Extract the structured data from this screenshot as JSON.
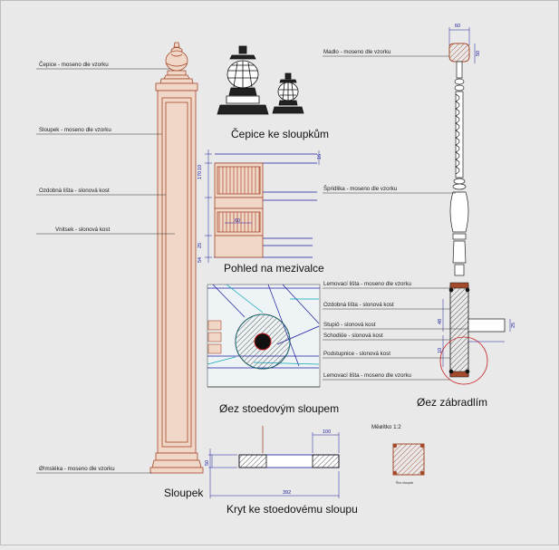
{
  "labels": {
    "cap_finial": "Čepice - moseno dle vzorku",
    "post_body": "Sloupek - moseno dle vzorku",
    "decor_strip": "Ozdobná lišta - slonová kost",
    "inlay": "Vnitsek - slonová kost",
    "base_plinth": "Ø!msléka - moseno dle vzorku",
    "handrail": "Madlo - moseno dle vzorku",
    "spindle": "Špridlika - moseno dle vzorku",
    "bead_top": "Lemovací lišta - moseno dle vzorku",
    "decor_strip_right": "Ozdobná lišta - slonová kost",
    "post_right": "Stupiö - slonová kost",
    "stair_edge": "Schodiöe - slonová kost",
    "riser": "Podstupnice - slonová kost",
    "bead_bottom": "Lemovací lišta - moseno dle vzorku"
  },
  "captions": {
    "finials": "Čepice ke sloupkům",
    "post": "Sloupek",
    "roller": "Pohled na mezivalce",
    "center_section": "Øez stoedovým sloupem",
    "cover": "Kryt ke stoedovému sloupu",
    "rail_section": "Øez zábradlím",
    "scale": "Mëøítko 1:2",
    "detail_note": "Řez sloupek"
  },
  "dimensions": {
    "rail_width": "60",
    "rail_height": "50",
    "roller_top": "16",
    "roller_mid": "170",
    "roller_width": "60",
    "roller_gap": "25",
    "roller_bottom": "54",
    "cover_width": "100",
    "cover_total": "392",
    "cover_thick": "50",
    "section_a": "48",
    "section_b": "25",
    "section_c": "10"
  },
  "colors": {
    "post_stroke": "#a44a2c",
    "post_fill": "#f1d7c7",
    "dimension": "#1a1aa0",
    "cyan": "#0aa6b8",
    "red": "#c81e1e",
    "hatch": "#333333"
  }
}
